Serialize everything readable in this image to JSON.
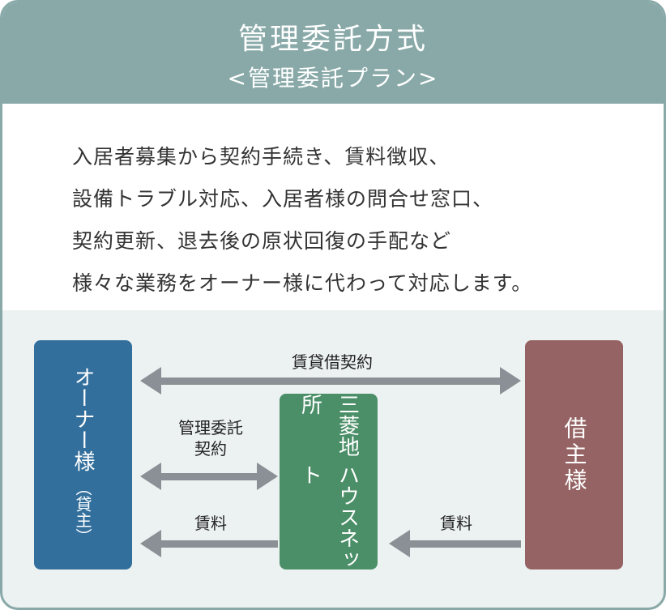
{
  "header": {
    "title": "管理委託方式",
    "subtitle": "<管理委託プラン>"
  },
  "description": [
    "入居者募集から契約手続き、賃料徴収、",
    "設備トラブル対応、入居者様の問合せ窓口、",
    "契約更新、退去後の原状回復の手配など",
    "様々な業務をオーナー様に代わって対応します。"
  ],
  "diagram": {
    "owner": {
      "label": "オーナー様",
      "sub": "（貸主）"
    },
    "company": {
      "line1": "三菱地所",
      "line2": "ハウスネット"
    },
    "tenant": {
      "label": "借主様"
    },
    "lease_label": "賃貸借契約",
    "mgmt_label_1": "管理委託",
    "mgmt_label_2": "契約",
    "rent_left": "賃料",
    "rent_right": "賃料"
  },
  "colors": {
    "header": "#88a9a8",
    "owner": "#336f9c",
    "company": "#4b8f68",
    "tenant": "#956363",
    "arrow": "#8b9096"
  }
}
